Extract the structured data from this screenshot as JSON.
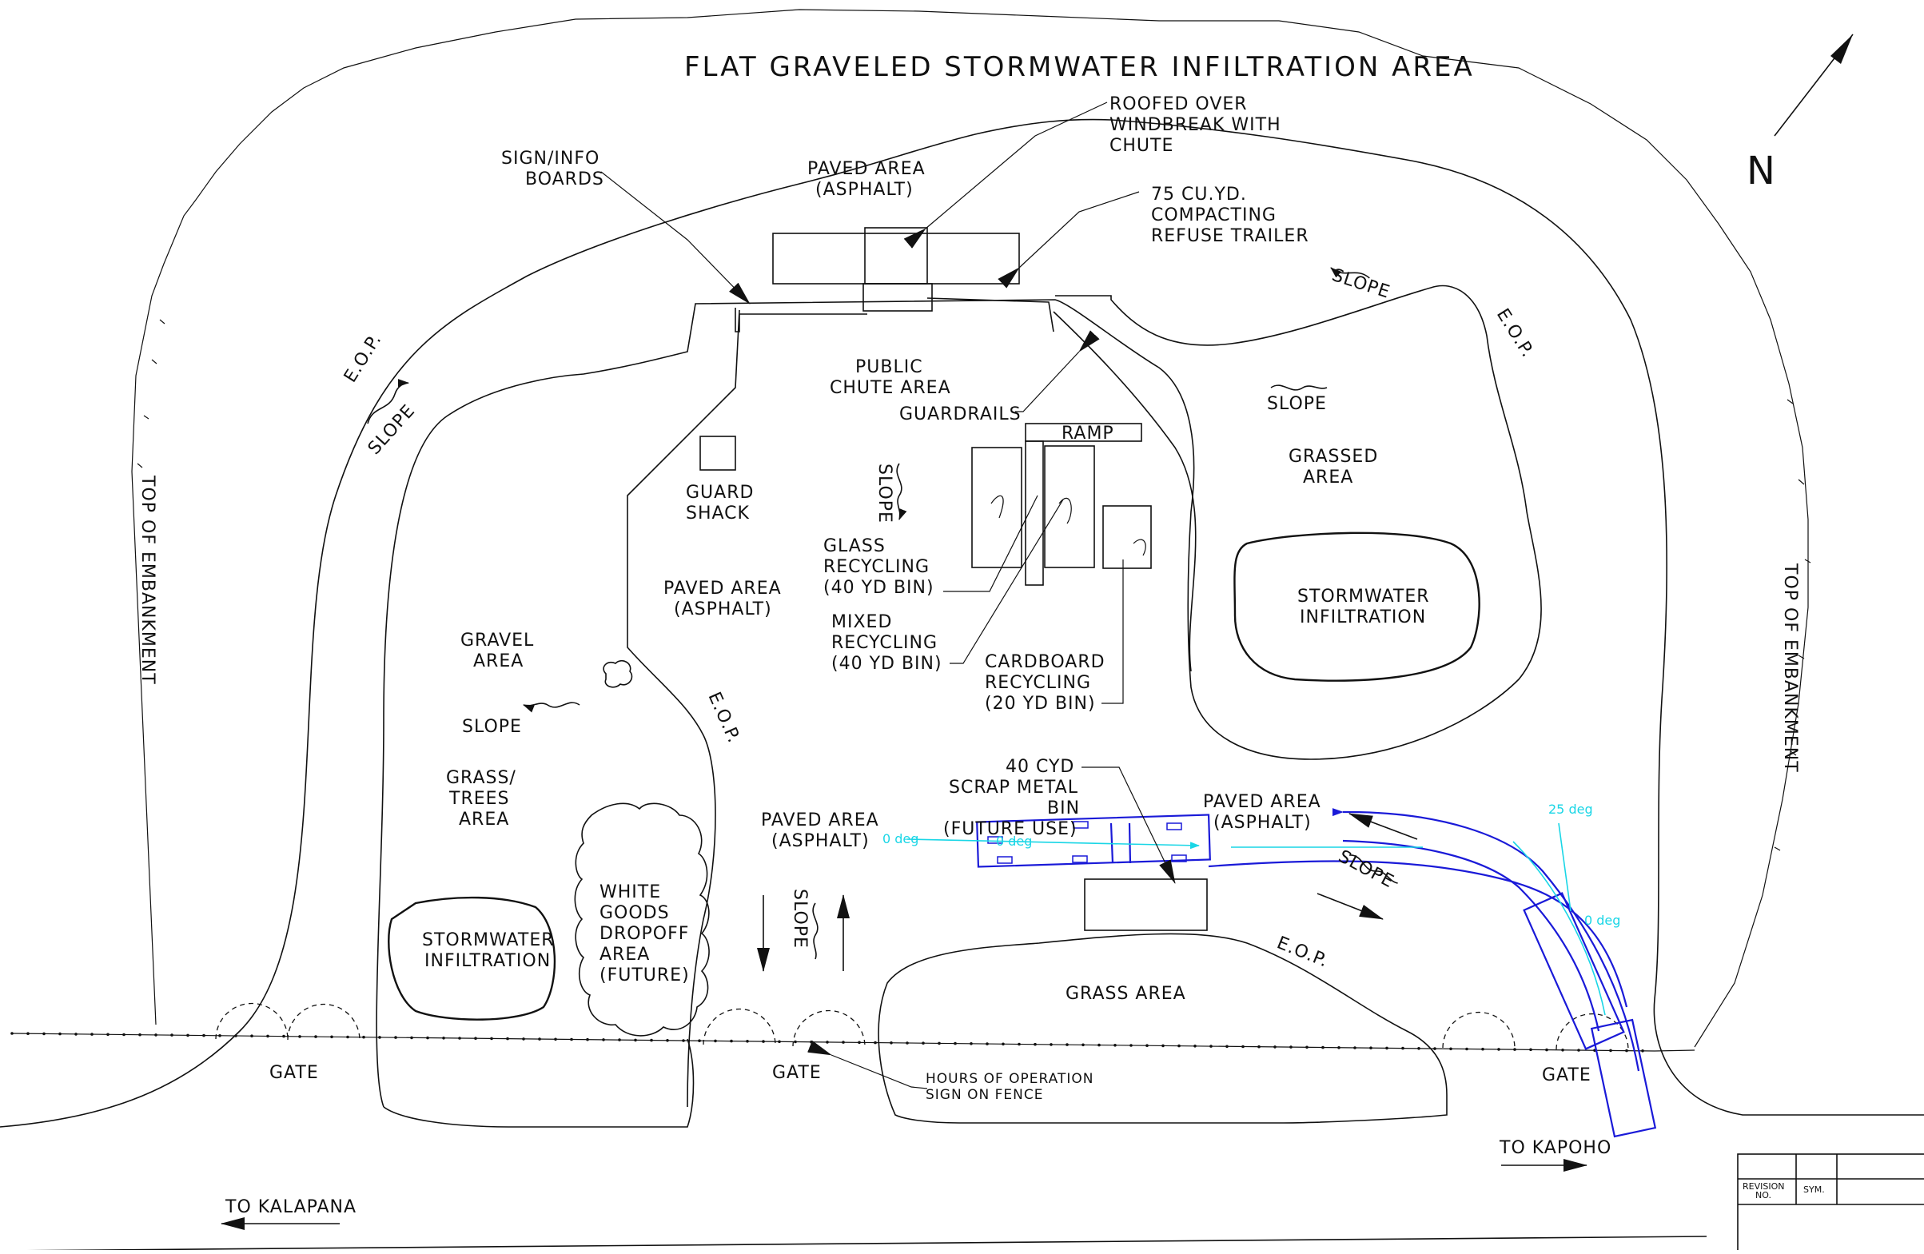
{
  "labels": {
    "title": "FLAT GRAVELED STORMWATER INFILTRATION AREA",
    "roofed_windbreak": [
      "ROOFED OVER",
      "WINDBREAK WITH",
      "CHUTE"
    ],
    "compacting_trailer": [
      "75 CU.YD.",
      "COMPACTING",
      "REFUSE TRAILER"
    ],
    "sign_info": [
      "SIGN/INFO",
      "BOARDS"
    ],
    "paved_area_top": [
      "PAVED AREA",
      "(ASPHALT)"
    ],
    "public_chute": [
      "PUBLIC",
      "CHUTE AREA"
    ],
    "guardrails": "GUARDRAILS",
    "ramp": "RAMP",
    "guard_shack": [
      "GUARD",
      "SHACK"
    ],
    "glass_recycling": [
      "GLASS",
      "RECYCLING",
      "(40 YD BIN)"
    ],
    "mixed_recycling": [
      "MIXED",
      "RECYCLING",
      "(40 YD BIN)"
    ],
    "cardboard_recycling": [
      "CARDBOARD",
      "RECYCLING",
      "(20 YD BIN)"
    ],
    "paved_area_mid": [
      "PAVED AREA",
      "(ASPHALT)"
    ],
    "gravel_area": [
      "GRAVEL",
      "AREA"
    ],
    "grass_trees": [
      "GRASS/",
      "TREES",
      "AREA"
    ],
    "stormwater_left": [
      "STORMWATER",
      "INFILTRATION"
    ],
    "white_goods": [
      "WHITE",
      "GOODS",
      "DROPOFF",
      "AREA",
      "(FUTURE)"
    ],
    "paved_area_lower": [
      "PAVED AREA",
      "(ASPHALT)"
    ],
    "scrap_metal": [
      "40 CYD",
      "SCRAP METAL",
      "BIN",
      "(FUTURE USE)"
    ],
    "paved_area_right": [
      "PAVED AREA",
      "(ASPHALT)"
    ],
    "grassed_area": [
      "GRASSED",
      "AREA"
    ],
    "stormwater_right": [
      "STORMWATER",
      "INFILTRATION"
    ],
    "grass_area": "GRASS AREA",
    "hours_sign": [
      "HOURS OF OPERATION",
      "SIGN ON FENCE"
    ],
    "gate": "GATE",
    "to_kalapana": "TO KALAPANA",
    "to_kapoho": "TO KAPOHO",
    "top_of_embankment": "TOP OF EMBANKMENT",
    "eop": "E.O.P.",
    "slope": "SLOPE",
    "north": "N",
    "deg_0": "0 deg",
    "deg_25": "25 deg",
    "revision_no": [
      "REVISION",
      "NO."
    ],
    "sym": "SYM."
  },
  "colors": {
    "linework": "#111111",
    "vehicle_path": "#1a1ad8",
    "angle_annotation": "#1ad6e6"
  }
}
